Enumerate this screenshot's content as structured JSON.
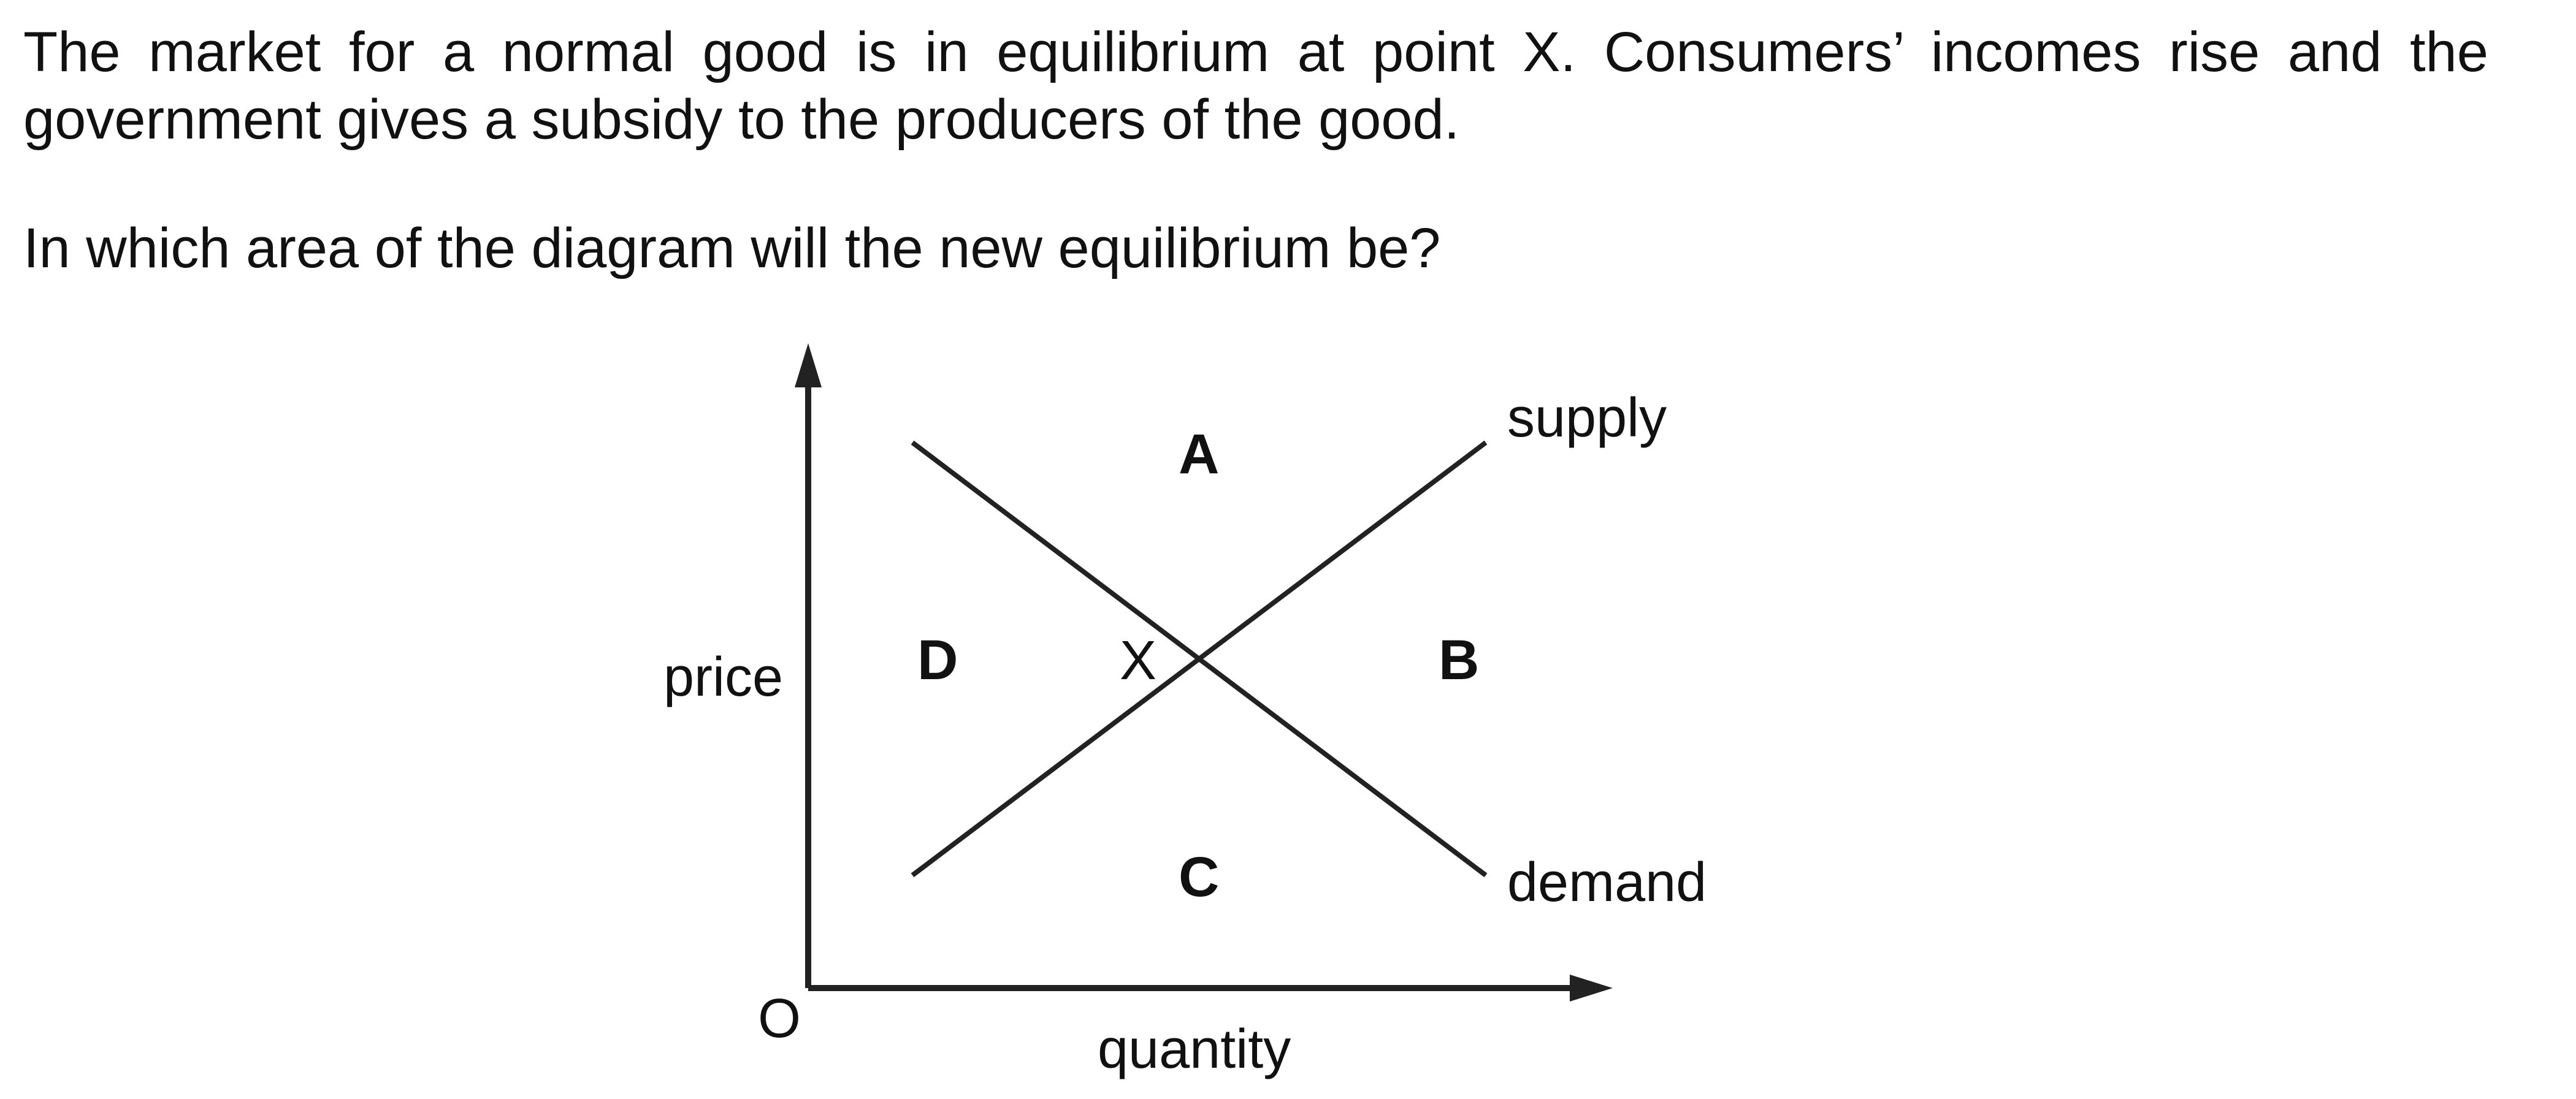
{
  "question": {
    "line1": "The market for a normal good is in equilibrium at point X. Consumers’ incomes rise and the",
    "line2": "government gives a subsidy to the producers of the good.",
    "prompt": "In which area of the diagram will the new equilibrium be?"
  },
  "diagram": {
    "axes": {
      "y_label": "price",
      "x_label": "quantity",
      "origin_label": "O"
    },
    "curves": {
      "supply_label": "supply",
      "demand_label": "demand"
    },
    "equilibrium_label": "X",
    "areas": {
      "A": "A",
      "B": "B",
      "C": "C",
      "D": "D"
    }
  }
}
